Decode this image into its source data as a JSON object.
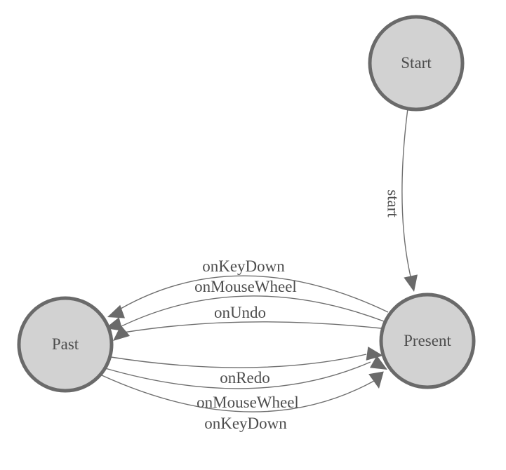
{
  "diagram": {
    "type": "state-machine",
    "nodes": [
      {
        "id": "start",
        "label": "Start"
      },
      {
        "id": "present",
        "label": "Present"
      },
      {
        "id": "past",
        "label": "Past"
      }
    ],
    "edges": [
      {
        "from": "Start",
        "to": "Present",
        "label": "start"
      },
      {
        "from": "Present",
        "to": "Past",
        "label": "onKeyDown"
      },
      {
        "from": "Present",
        "to": "Past",
        "label": "onMouseWheel"
      },
      {
        "from": "Present",
        "to": "Past",
        "label": "onUndo"
      },
      {
        "from": "Past",
        "to": "Present",
        "label": "onRedo"
      },
      {
        "from": "Past",
        "to": "Present",
        "label": "onMouseWheel"
      },
      {
        "from": "Past",
        "to": "Present",
        "label": "onKeyDown"
      }
    ],
    "colors": {
      "node_fill": "#d2d2d2",
      "node_stroke": "#6a6a6a",
      "edge_stroke": "#6f6f6f",
      "arrow_fill": "#6a6a6a",
      "label_text": "#4d4d4d",
      "background": "#ffffff"
    }
  }
}
